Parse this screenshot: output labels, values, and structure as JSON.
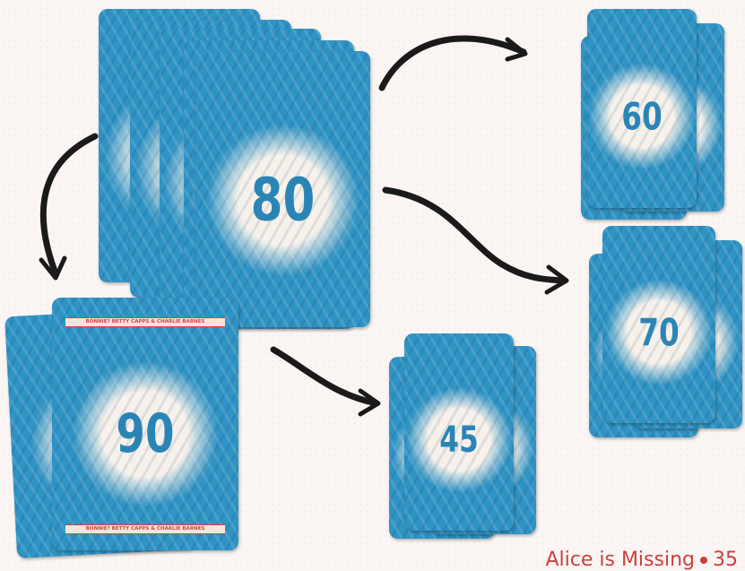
{
  "cards": {
    "main_value": "80",
    "result_90_value": "90",
    "result_90_banner_top": "BONNIE? BETTY CAPPS & CHARLIE BARNES",
    "result_90_banner_bottom": "BONNIE? BETTY CAPPS & CHARLIE BARNES",
    "result_60_value": "60",
    "result_70_value": "70",
    "result_45_value": "45"
  },
  "colors": {
    "card_blue": "#2f93c4",
    "number_blue": "#2a85b6",
    "accent_red": "#c6423e",
    "arrow": "#1a1a1a"
  },
  "footer": {
    "title": "Alice is Missing",
    "page_number": "35"
  }
}
